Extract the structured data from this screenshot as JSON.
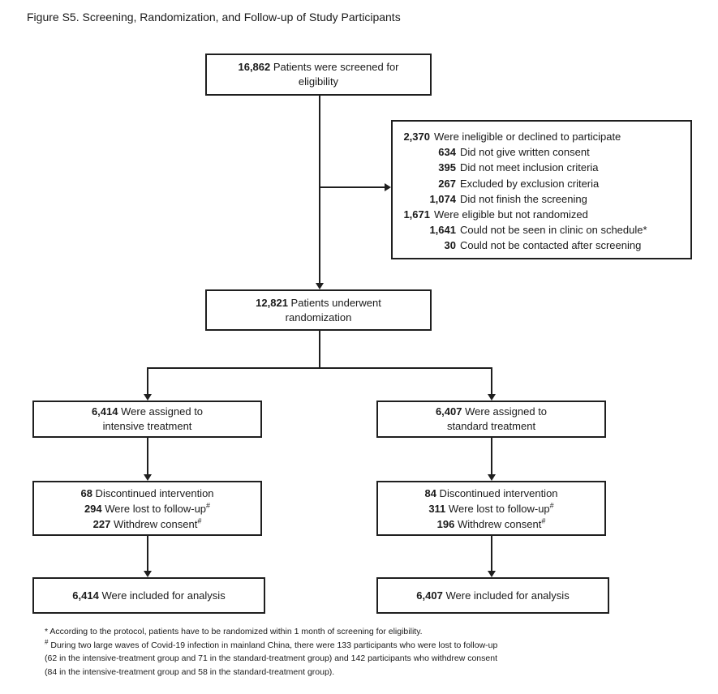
{
  "title": "Figure S5. Screening, Randomization, and Follow-up of Study Participants",
  "colors": {
    "ink": "#1a1a1a",
    "border": "#1f1f1f",
    "background": "#ffffff"
  },
  "flow": {
    "screened": {
      "num": "16,862",
      "text": "Patients were screened for eligibility"
    },
    "excluded": {
      "lines": [
        {
          "num": "2,370",
          "text": "Were ineligible or declined to participate",
          "indent": 0
        },
        {
          "num": "634",
          "text": "Did not give written consent",
          "indent": 1
        },
        {
          "num": "395",
          "text": "Did not meet inclusion criteria",
          "indent": 1
        },
        {
          "num": "267",
          "text": "Excluded by exclusion criteria",
          "indent": 1
        },
        {
          "num": "1,074",
          "text": "Did not finish the screening",
          "indent": 1
        },
        {
          "num": "1,671",
          "text": "Were eligible but not randomized",
          "indent": 0
        },
        {
          "num": "1,641",
          "text": "Could not be seen in clinic on schedule*",
          "indent": 1
        },
        {
          "num": "30",
          "text": "Could not be contacted after screening",
          "indent": 1
        }
      ]
    },
    "randomized": {
      "num": "12,821",
      "text": "Patients underwent randomization"
    },
    "intensive": {
      "assigned": {
        "num": "6,414",
        "text": "Were assigned to intensive treatment"
      },
      "discontinued": {
        "lines": [
          {
            "num": "68",
            "text": "Discontinued intervention",
            "sup": ""
          },
          {
            "num": "294",
            "text": "Were lost to follow-up",
            "sup": "#"
          },
          {
            "num": "227",
            "text": "Withdrew consent",
            "sup": "#"
          }
        ]
      },
      "analyzed": {
        "num": "6,414",
        "text": "Were included for analysis"
      }
    },
    "standard": {
      "assigned": {
        "num": "6,407",
        "text": "Were assigned to standard treatment"
      },
      "discontinued": {
        "lines": [
          {
            "num": "84",
            "text": "Discontinued intervention",
            "sup": ""
          },
          {
            "num": "311",
            "text": "Were lost to follow-up",
            "sup": "#"
          },
          {
            "num": "196",
            "text": "Withdrew consent",
            "sup": "#"
          }
        ]
      },
      "analyzed": {
        "num": "6,407",
        "text": "Were included for analysis"
      }
    }
  },
  "footnotes": [
    {
      "marker": "*",
      "marker_sup": false,
      "text": "According to the protocol, patients have to be randomized within 1 month of screening for eligibility."
    },
    {
      "marker": "#",
      "marker_sup": true,
      "text": "During two large waves of Covid-19 infection in mainland China, there were 133 participants who were lost to follow-up"
    },
    {
      "marker": "",
      "marker_sup": false,
      "text": "(62 in the intensive-treatment group and 71 in the standard-treatment group) and 142 participants who withdrew consent"
    },
    {
      "marker": "",
      "marker_sup": false,
      "text": "(84 in the intensive-treatment group and 58 in the standard-treatment group)."
    }
  ]
}
